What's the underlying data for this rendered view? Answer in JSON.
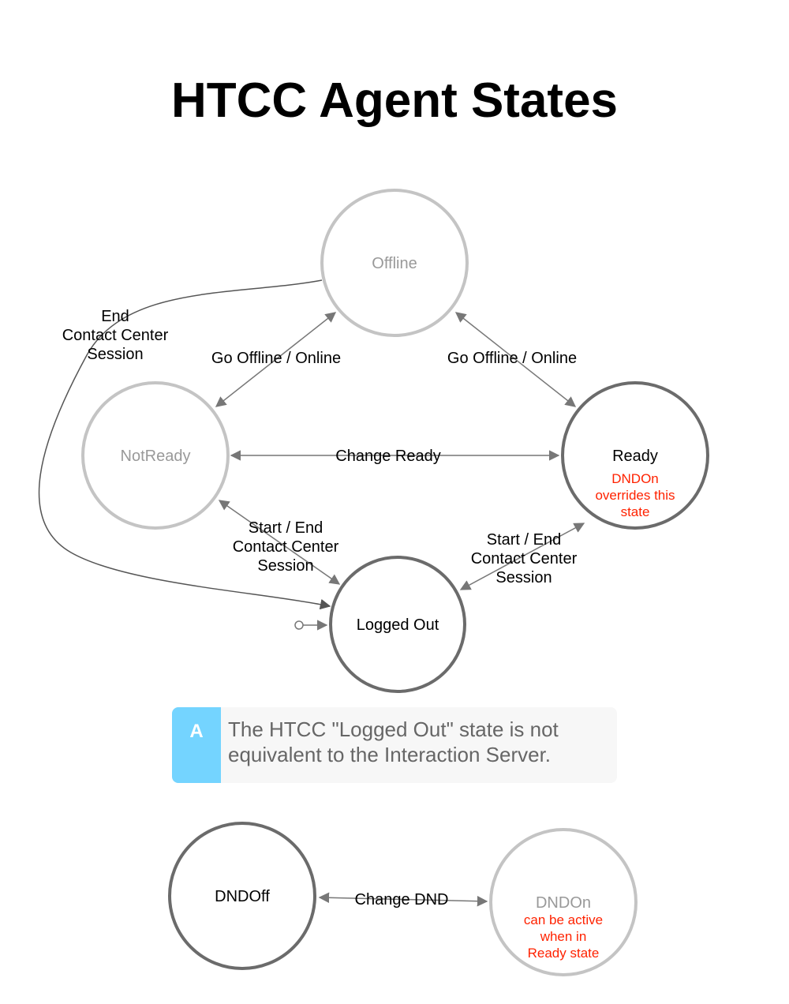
{
  "title": "HTCC Agent States",
  "states": {
    "offline": {
      "label": "Offline"
    },
    "notready": {
      "label": "NotReady"
    },
    "ready": {
      "label": "Ready",
      "note": [
        "DNDOn",
        "overrides this",
        "state"
      ]
    },
    "loggedout": {
      "label": "Logged Out"
    },
    "dndoff": {
      "label": "DNDOff"
    },
    "dndon": {
      "label": "DNDOn",
      "note": [
        "can be active",
        "when in",
        "Ready state"
      ]
    }
  },
  "transitions": {
    "end_session": [
      "End",
      "Contact Center",
      "Session"
    ],
    "go_offline_left": "Go Offline / Online",
    "go_offline_right": "Go Offline / Online",
    "change_ready": "Change Ready",
    "start_end_left": [
      "Start / End",
      "Contact Center",
      "Session"
    ],
    "start_end_right": [
      "Start / End",
      "Contact Center",
      "Session"
    ],
    "change_dnd": "Change DND"
  },
  "note": {
    "badge": "A",
    "text": "The HTCC \"Logged Out\" state is not equivalent to the Interaction Server."
  },
  "colors": {
    "active_state": "#6b6b6b",
    "inactive_state": "#c4c4c4",
    "edge": "#777777",
    "warning": "#ff2200",
    "note_badge": "#74d4ff"
  }
}
